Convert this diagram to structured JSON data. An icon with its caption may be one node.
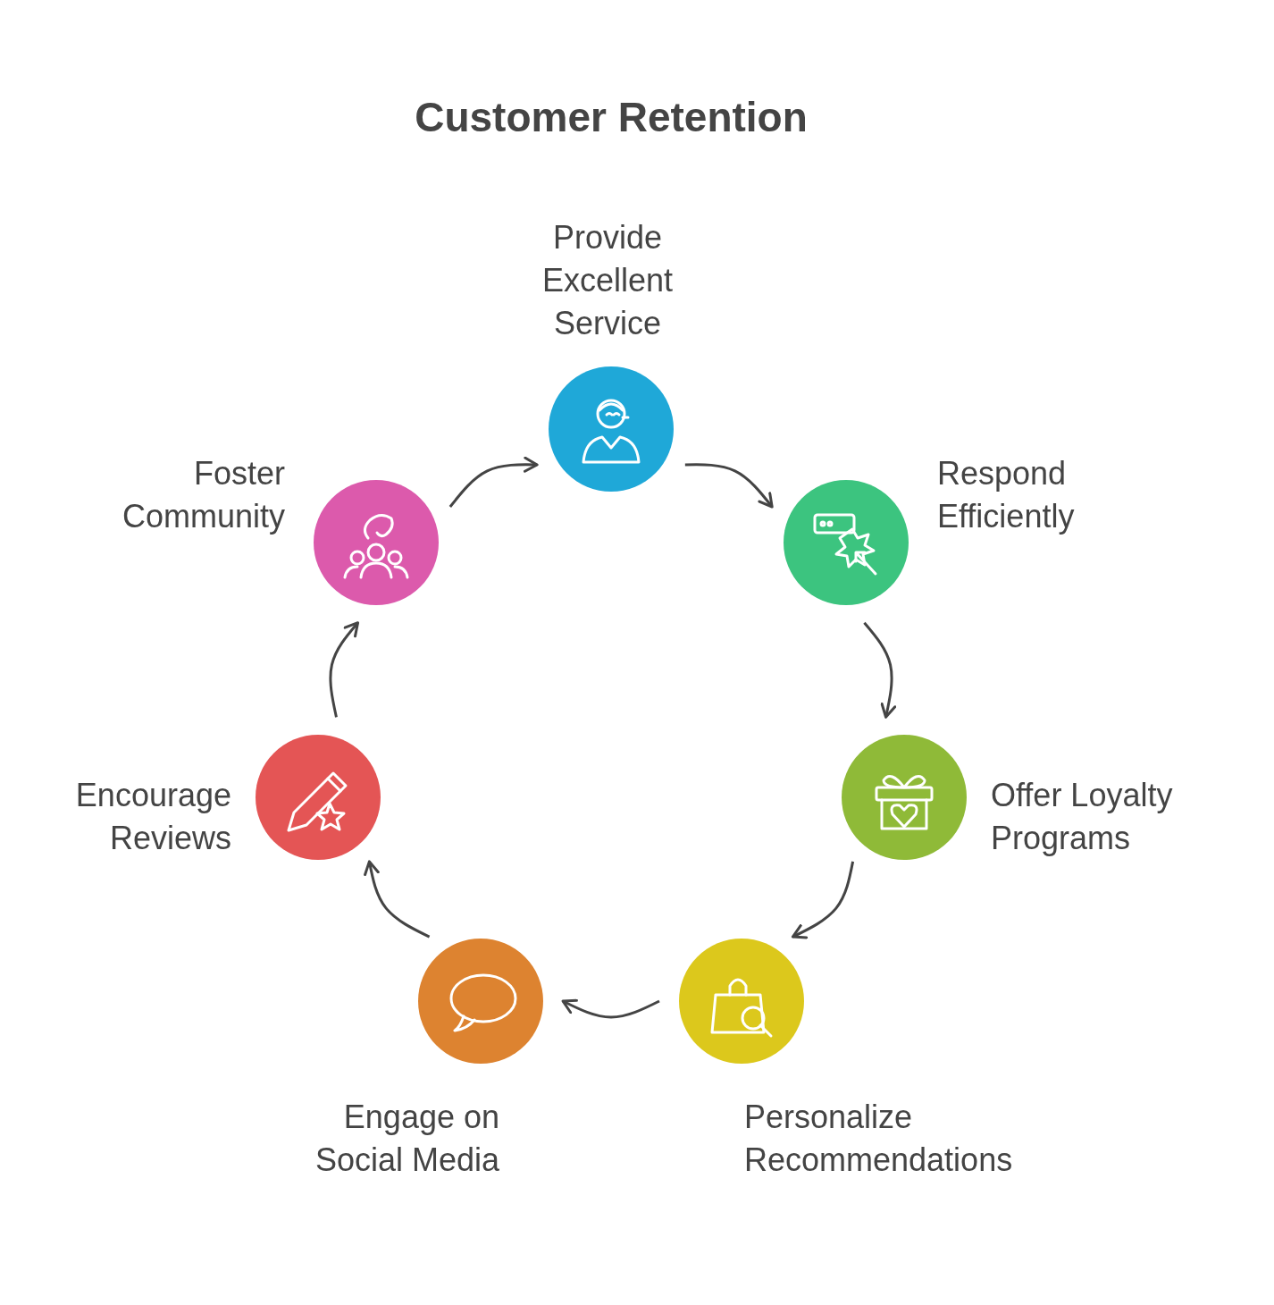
{
  "diagram": {
    "title": "Customer Retention",
    "nodes": [
      {
        "text": [
          "Provide Excellent Service"
        ]
      },
      {
        "text": [
          "Respond Efficiently"
        ]
      },
      {
        "text": [
          "Offer Loyalty Programs"
        ]
      },
      {
        "text": [
          "Personalize Recommendations"
        ]
      },
      {
        "text": [
          "Engage on Social Media"
        ]
      },
      {
        "text": [
          "Encourage Reviews"
        ]
      },
      {
        "text": [
          "Foster Community"
        ]
      }
    ],
    "edges": [
      {
        "from": 0,
        "to": 1,
        "arrow": "to"
      },
      {
        "from": 1,
        "to": 2,
        "arrow": "to"
      },
      {
        "from": 2,
        "to": 3,
        "arrow": "to"
      },
      {
        "from": 3,
        "to": 4,
        "arrow": "to"
      },
      {
        "from": 4,
        "to": 5,
        "arrow": "to"
      },
      {
        "from": 5,
        "to": 6,
        "arrow": "to"
      },
      {
        "from": 6,
        "to": 0,
        "arrow": "to"
      }
    ]
  }
}
